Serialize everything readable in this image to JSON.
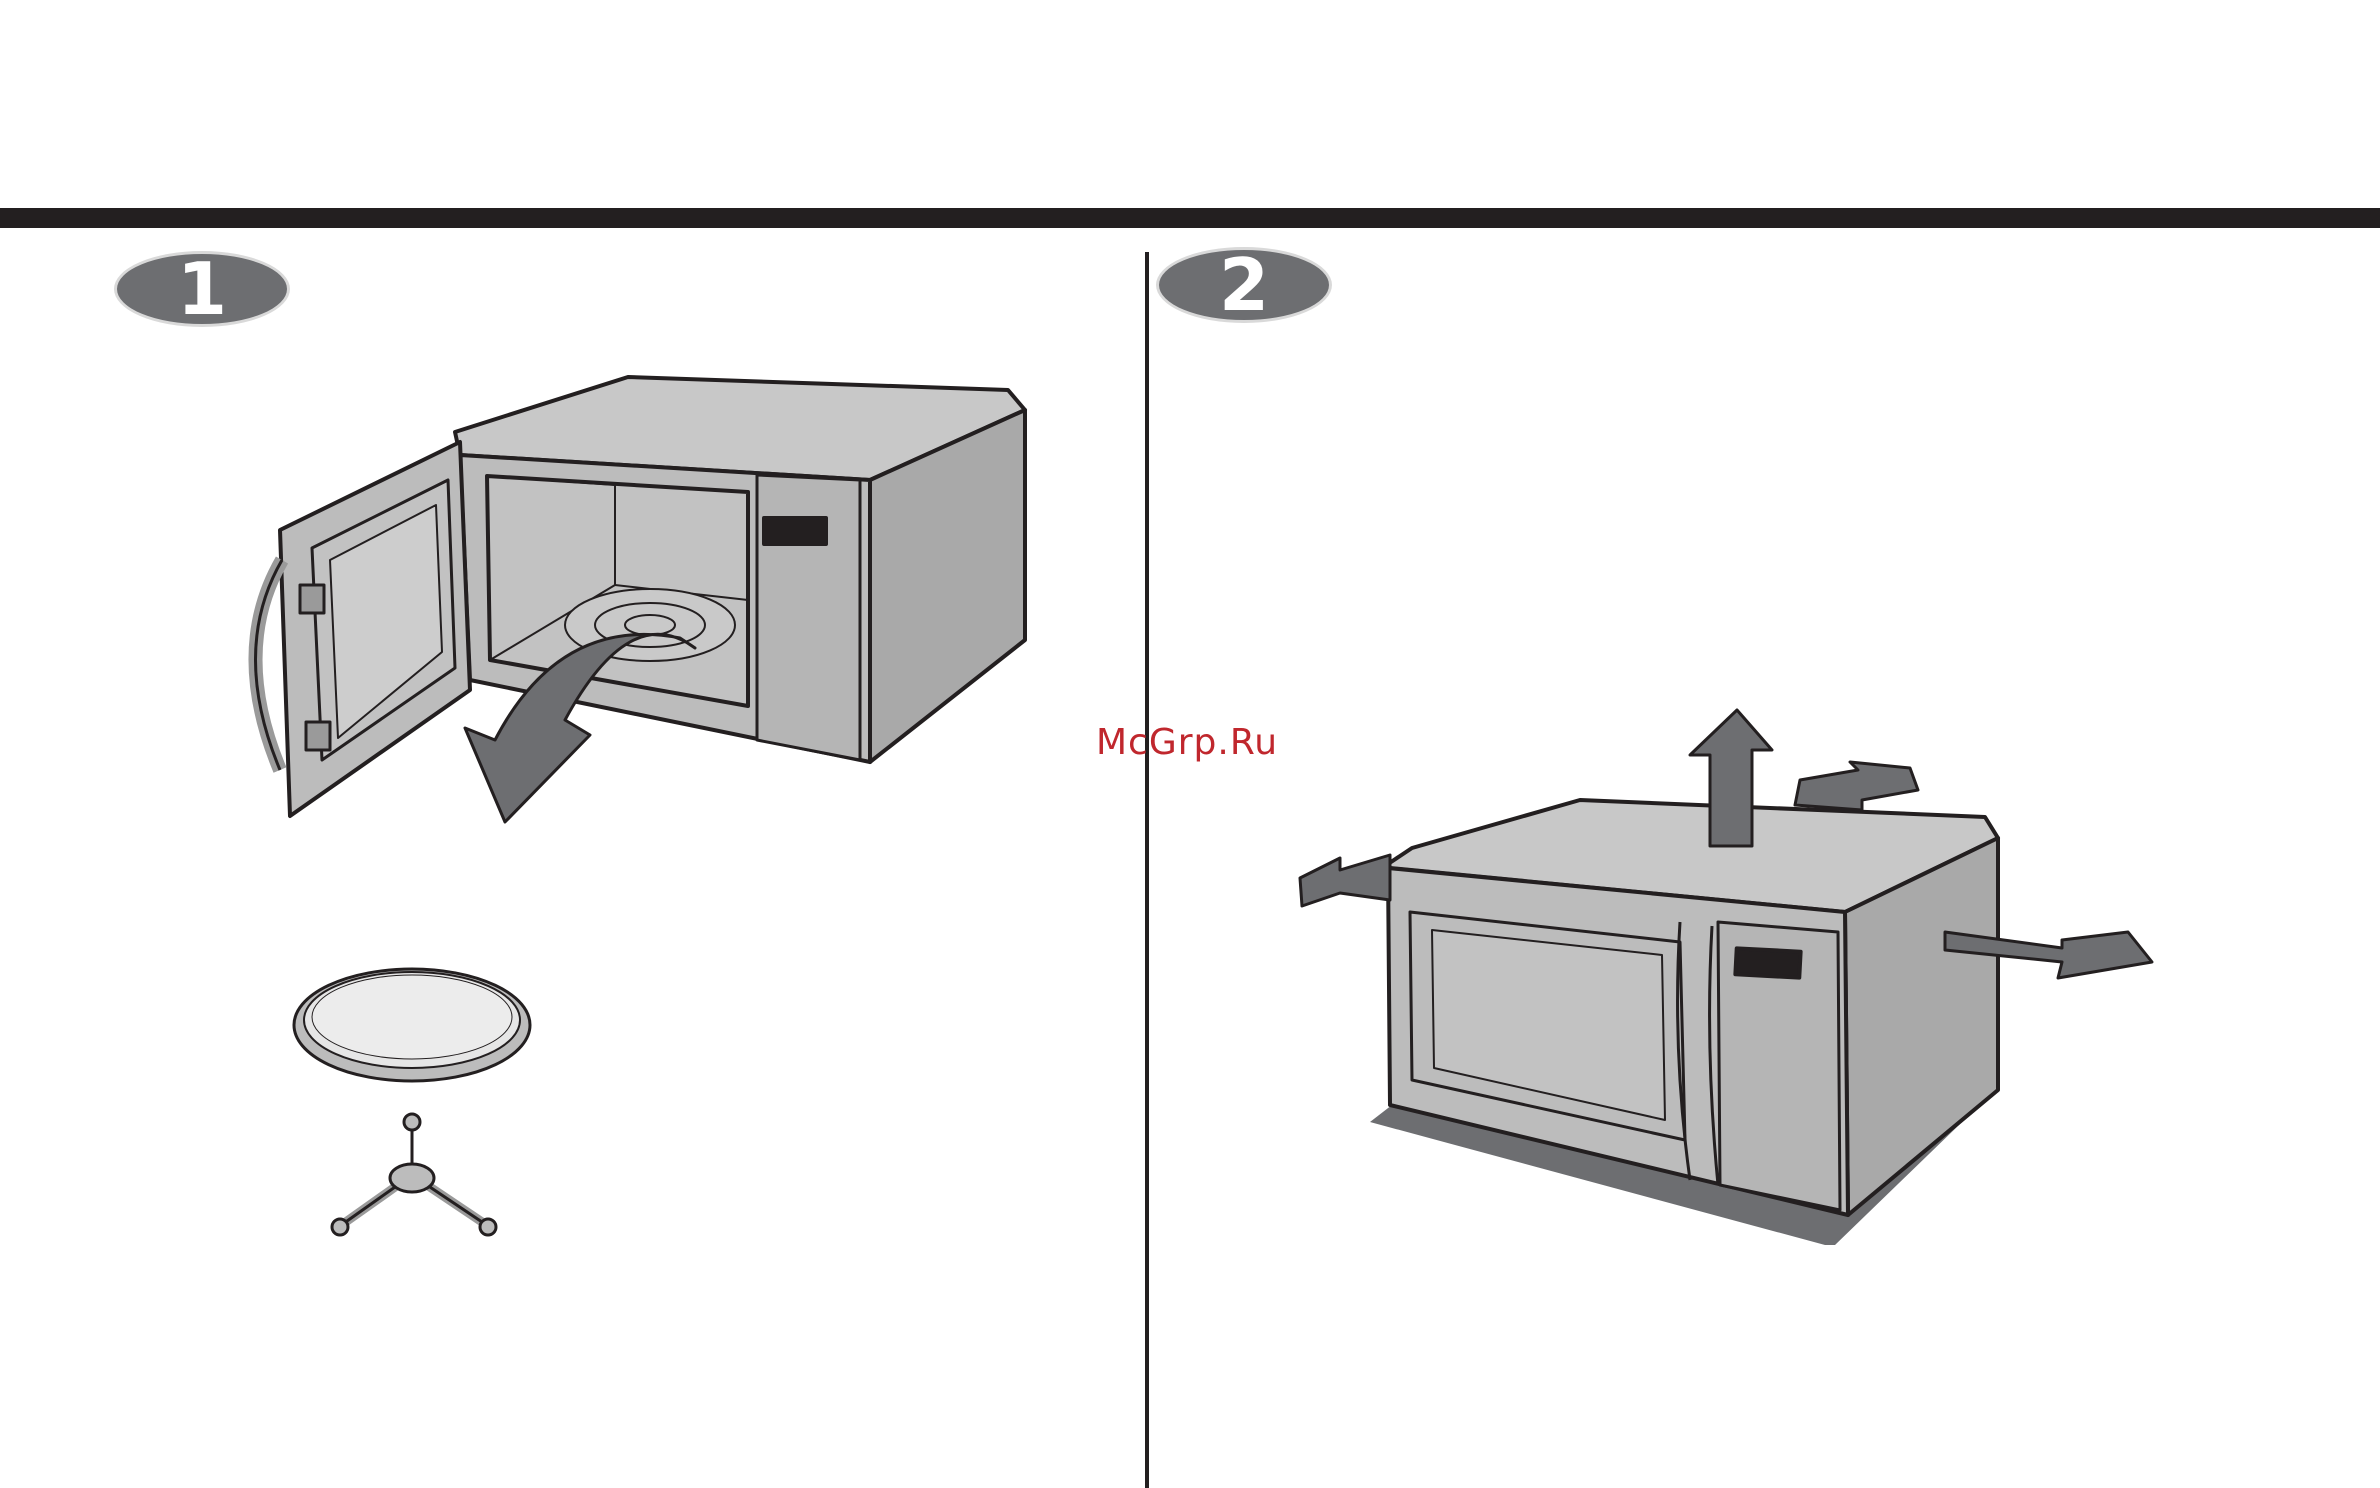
{
  "steps": [
    {
      "number": "1",
      "icon": "open-microwave-remove-turntable"
    },
    {
      "number": "2",
      "icon": "microwave-clearance-arrows"
    }
  ],
  "watermark": {
    "text": "McGrp.Ru",
    "color": "#c0272d"
  },
  "colors": {
    "rule": "#231f20",
    "appliance_body": "#bcbcbc",
    "arrow": "#6d6e71",
    "badge": "#6d6e71"
  }
}
